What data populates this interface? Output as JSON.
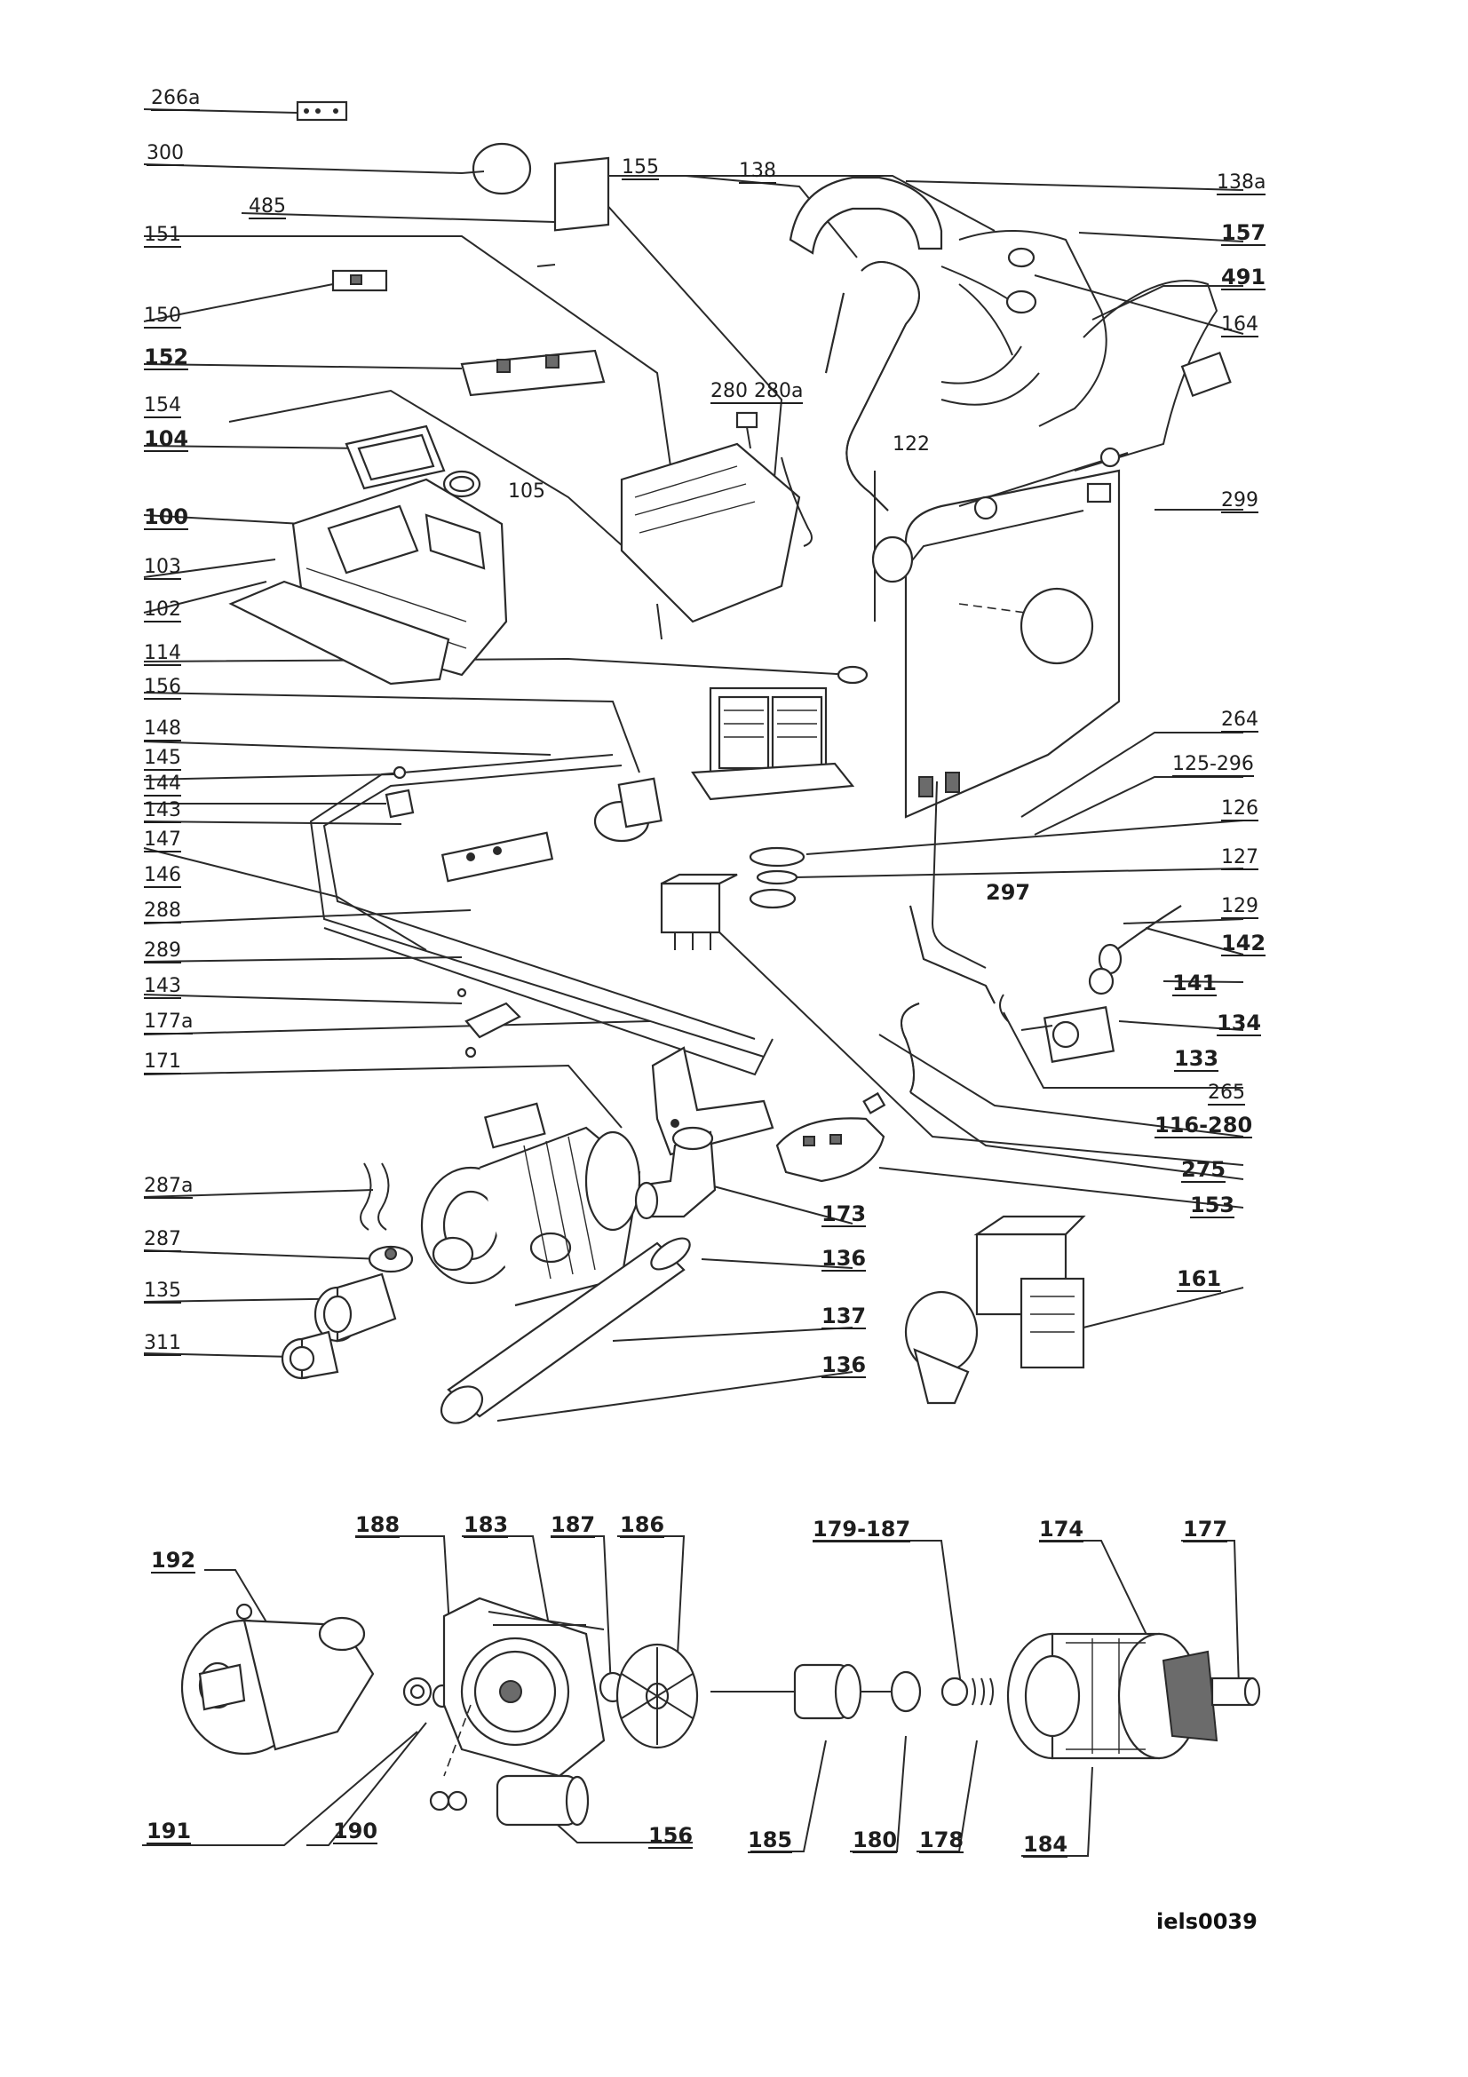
{
  "labels": {
    "l266a": "266a",
    "l300": "300",
    "l485": "485",
    "l151": "151",
    "l150": "150",
    "l152": "152",
    "l154": "154",
    "l104": "104",
    "l105": "105",
    "l100": "100",
    "l103": "103",
    "l102": "102",
    "l114": "114",
    "l156a": "156",
    "l148": "148",
    "l145": "145",
    "l144": "144",
    "l143a": "143",
    "l147": "147",
    "l146": "146",
    "l288": "288",
    "l289": "289",
    "l143b": "143",
    "l177a": "177a",
    "l171": "171",
    "l287a": "287a",
    "l287": "287",
    "l135": "135",
    "l311": "311",
    "l155": "155",
    "l138": "138",
    "l138a": "138a",
    "l157": "157",
    "l491": "491",
    "l164": "164",
    "l280": "280 280a",
    "l122": "122",
    "l299": "299",
    "l264": "264",
    "l125": "125-296",
    "l126": "126",
    "l127": "127",
    "l297": "297",
    "l129": "129",
    "l142": "142",
    "l141": "141",
    "l134": "134",
    "l133": "133",
    "l265": "265",
    "l116": "116-280",
    "l275": "275",
    "l153": "153",
    "l173": "173",
    "l136a": "136",
    "l137": "137",
    "l136b": "136",
    "l161": "161",
    "l192": "192",
    "l188": "188",
    "l183": "183",
    "l187": "187",
    "l186": "186",
    "l179": "179-187",
    "l174": "174",
    "l177": "177",
    "l191": "191",
    "l190": "190",
    "l156b": "156",
    "l185": "185",
    "l180": "180",
    "l178": "178",
    "l184": "184"
  },
  "reference_code": "iels0039"
}
